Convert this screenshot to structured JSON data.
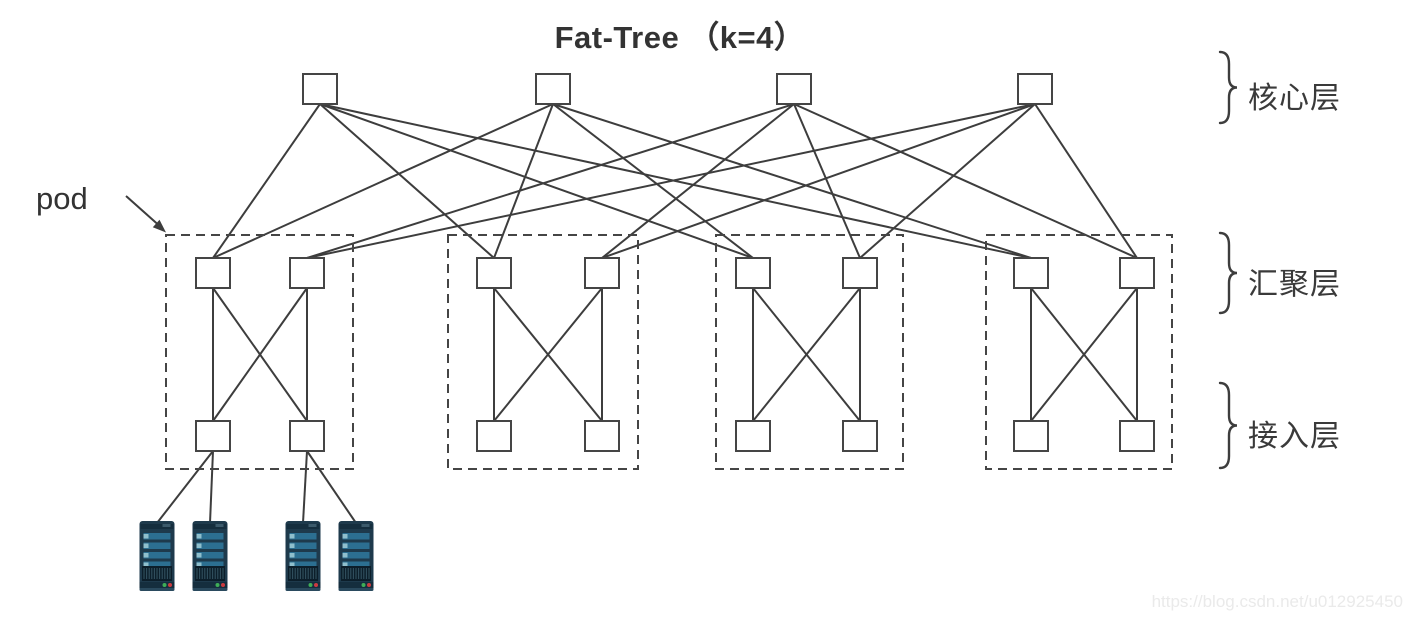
{
  "title": "Fat-Tree （k=4）",
  "annotations": {
    "pod_label": "pod"
  },
  "layers": [
    {
      "name": "core",
      "label": "核心层",
      "switches": 4
    },
    {
      "name": "aggregation",
      "label": "汇聚层",
      "switches": 8
    },
    {
      "name": "access",
      "label": "接入层",
      "switches": 8
    }
  ],
  "topology": {
    "type": "fat-tree",
    "k": 4,
    "core_switches": 4,
    "pod_count": 4,
    "agg_per_pod": 2,
    "access_per_pod": 2,
    "servers": 4,
    "core_to_agg_rule": {
      "cores_1_2": "connect to the left aggregation switch of every pod",
      "cores_3_4": "connect to the right aggregation switch of every pod"
    },
    "pod_internal_rule": "each aggregation switch connects to both access switches inside its pod",
    "server_links": [
      {
        "access": "pod1-access1",
        "servers": [
          "server1",
          "server2"
        ]
      },
      {
        "access": "pod1-access2",
        "servers": [
          "server3",
          "server4"
        ]
      }
    ]
  },
  "watermark": "https://blog.csdn.net/u012925450",
  "colors": {
    "line": "#3d3d3d",
    "box_border": "#454545",
    "box_fill": "#ffffff",
    "dashed_border": "#454545",
    "title_text": "#333333",
    "label_text": "#3a3a3a",
    "watermark_text": "#eaeaea",
    "server_body": "#1e3a4c",
    "server_cap": "#152e3e",
    "server_bar": "#2c6f91",
    "server_bar_tag": "#8fbfcd",
    "server_grille": "#0c1e2a",
    "server_slat": "#31505f",
    "led_green": "#3fae57",
    "led_red": "#cc3b40"
  }
}
